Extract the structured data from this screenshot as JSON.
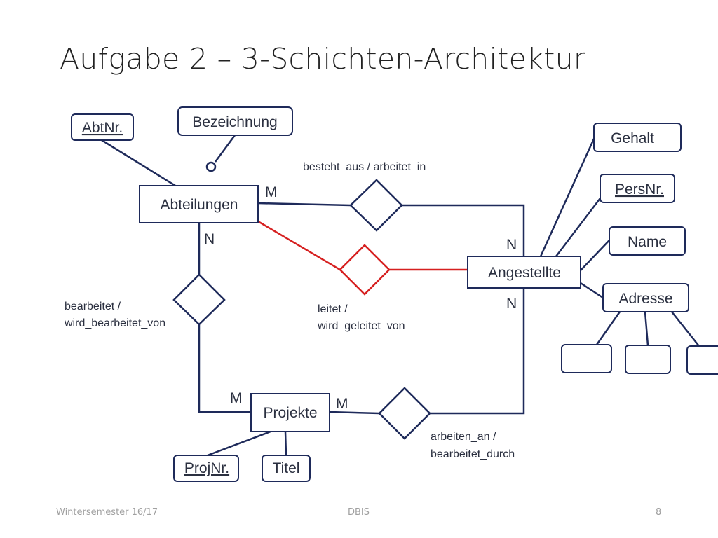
{
  "slide": {
    "title": "Aufgabe 2 – 3-Schichten-Architektur"
  },
  "diagram": {
    "entities": {
      "abteilungen": "Abteilungen",
      "angestellte": "Angestellte",
      "projekte": "Projekte"
    },
    "attributes": {
      "abtnr": "AbtNr.",
      "bezeichnung": "Bezeichnung",
      "gehalt": "Gehalt",
      "persnr": "PersNr.",
      "name": "Name",
      "adresse": "Adresse",
      "projnr": "ProjNr.",
      "titel": "Titel"
    },
    "relationships": {
      "besteht_aus": "besteht_aus / arbeitet_in",
      "leitet_line1": "leitet /",
      "leitet_line2": "wird_geleitet_von",
      "bearbeitet_line1": "bearbeitet /",
      "bearbeitet_line2": "wird_bearbeitet_von",
      "arbeiten_line1": "arbeiten_an /",
      "arbeiten_line2": "bearbeitet_durch"
    },
    "cardinalities": {
      "abt_besteht": "M",
      "ang_besteht": "N",
      "abt_bearbeitet": "N",
      "ang_arbeiten": "N",
      "proj_bearbeitet": "M",
      "proj_arbeiten": "M"
    },
    "colors": {
      "line": "#1e2a5a",
      "highlight": "#d62020"
    }
  },
  "footer": {
    "semester": "Wintersemester 16/17",
    "course": "DBIS",
    "page": "8"
  }
}
